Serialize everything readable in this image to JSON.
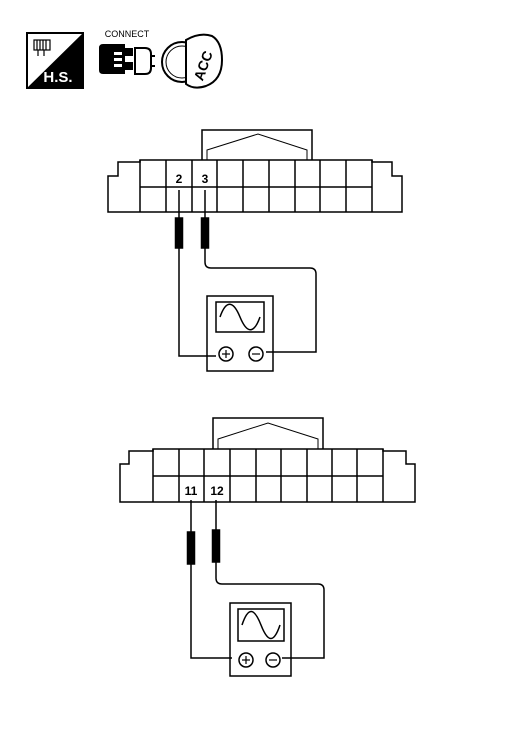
{
  "icons": {
    "hs_label": "H.S.",
    "connect_label": "CONNECT",
    "acc_label": "ACC"
  },
  "connector_top": {
    "pin_a": "2",
    "pin_b": "3"
  },
  "connector_bottom": {
    "pin_a": "11",
    "pin_b": "12"
  },
  "meter": {
    "plus_symbol": "+",
    "minus_symbol": "−"
  },
  "colors": {
    "line": "#000000",
    "background": "#ffffff"
  }
}
